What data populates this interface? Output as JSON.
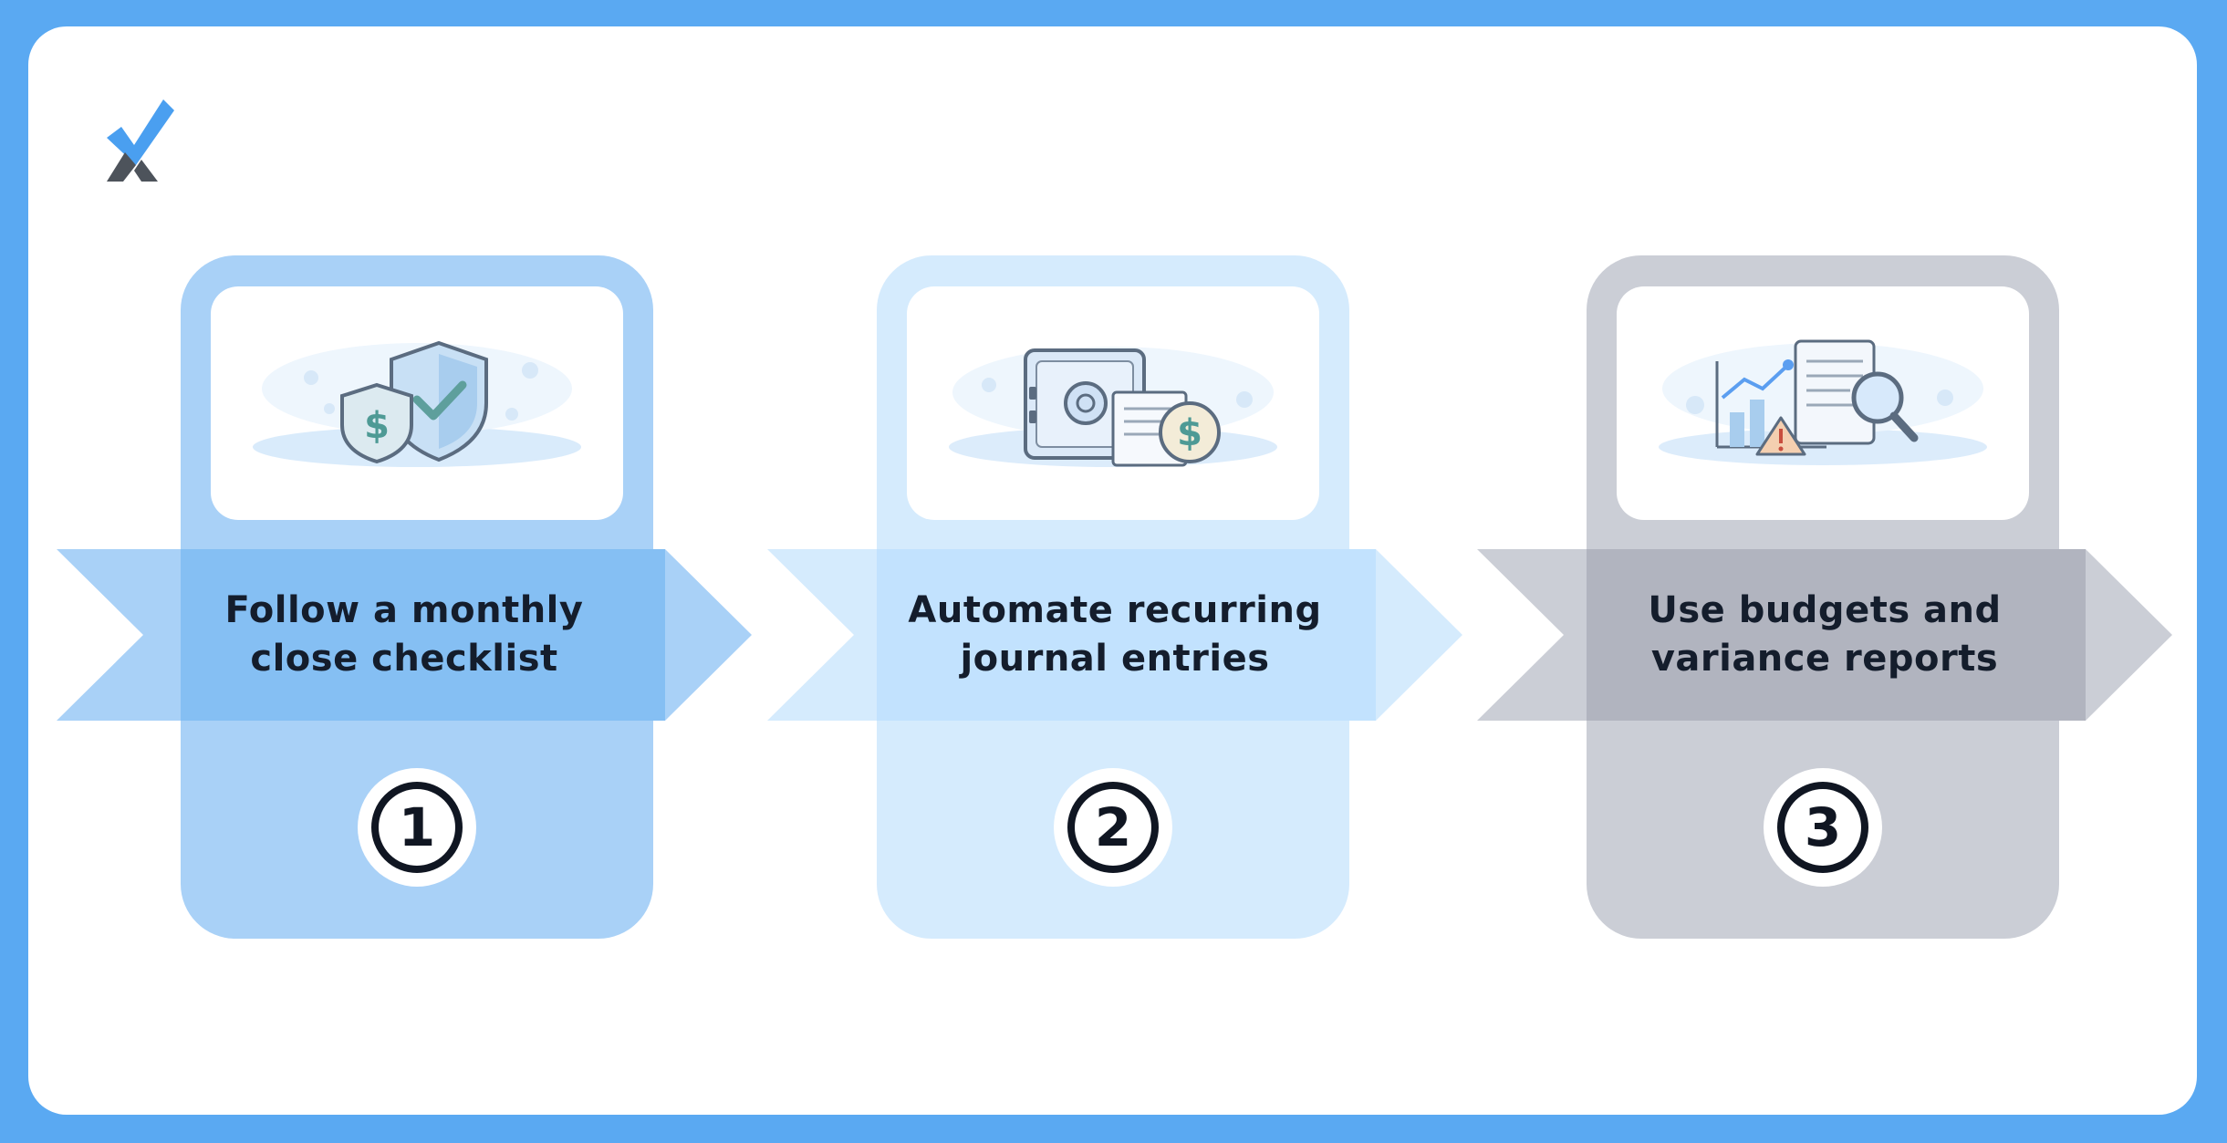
{
  "brand": {
    "logo_icon": "checkmark-x-logo",
    "primary_color": "#5aa9f2"
  },
  "steps": [
    {
      "number": "1",
      "label": "Follow a monthly\nclose checklist",
      "illustration": "shield-dollar-check-icon",
      "card_color": "#a9d1f7",
      "band_color": "#85bff3"
    },
    {
      "number": "2",
      "label": "Automate recurring\njournal entries",
      "illustration": "safe-document-dollar-icon",
      "card_color": "#d5ebfd",
      "band_color": "#c2e2fe"
    },
    {
      "number": "3",
      "label": "Use budgets and\nvariance reports",
      "illustration": "chart-report-magnifier-warning-icon",
      "card_color": "#cbced6",
      "band_color": "#b1b4bf"
    }
  ]
}
